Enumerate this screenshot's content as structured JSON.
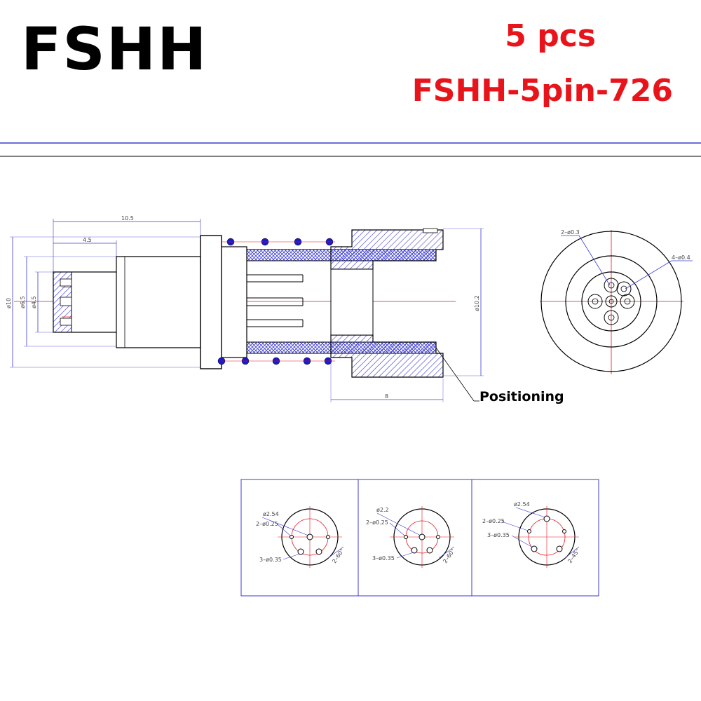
{
  "header": {
    "brand": "FSHH",
    "quantity": "5 pcs",
    "model": "FSHH-5pin-726"
  },
  "side_view": {
    "dim_overall": "10.5",
    "dim_front": "4.5",
    "dim_outer_dia": "ø10",
    "dim_mid_dia": "ø6.5",
    "dim_inner_dia": "ø4.5",
    "dim_right_dia": "ø10.2",
    "dim_sleeve": "8",
    "callout": "Positioning"
  },
  "end_view": {
    "pin_hole_label": "2–ø0.3",
    "contact_label": "4–ø0.4"
  },
  "panel_cutouts": [
    {
      "dia": "ø2.54",
      "small_holes": "2–ø0.25",
      "large_holes": "3–ø0.35",
      "angle": "2–60°"
    },
    {
      "dia": "ø2.2",
      "small_holes": "2–ø0.25",
      "large_holes": "3–ø0.35",
      "angle": "2–60°"
    },
    {
      "dia": "ø2.54",
      "small_holes": "2–ø0.25",
      "large_holes": "3–ø0.35",
      "angle": "2–45°"
    }
  ],
  "colors": {
    "accent_red": "#e8141b",
    "line_blue": "#3b3bd6",
    "spring_blue": "#1a1acc"
  }
}
